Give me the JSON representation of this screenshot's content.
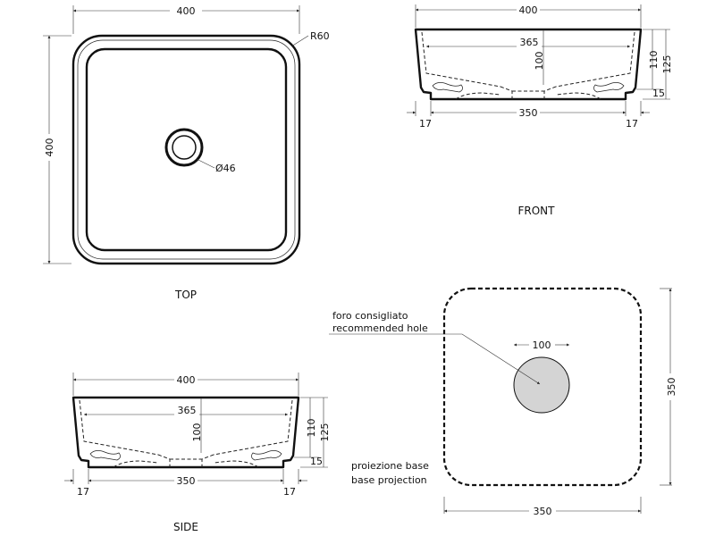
{
  "top_view": {
    "label": "TOP",
    "width_dim": "400",
    "depth_dim": "400",
    "radius_dim": "R60",
    "drain_dim": "Ø46"
  },
  "front_view": {
    "label": "FRONT",
    "width_dim": "400",
    "inner_width_dim": "365",
    "inner_depth_dim": "100",
    "height_inner_dim": "110",
    "height_total_dim": "125",
    "base_height_dim": "15",
    "base_width_dim": "350",
    "left_offset_dim": "17",
    "right_offset_dim": "17"
  },
  "side_view": {
    "label": "SIDE",
    "width_dim": "400",
    "inner_width_dim": "365",
    "inner_depth_dim": "100",
    "height_inner_dim": "110",
    "height_total_dim": "125",
    "base_height_dim": "15",
    "base_width_dim": "350",
    "left_offset_dim": "17",
    "right_offset_dim": "17"
  },
  "base_projection": {
    "hole_label_it": "foro consigliato",
    "hole_label_en": "recommended hole",
    "hole_dim": "100",
    "base_label_it": "proiezione base",
    "base_label_en": "base projection",
    "width_dim": "350",
    "depth_dim": "350",
    "hole_fill": "#d4d4d4"
  }
}
